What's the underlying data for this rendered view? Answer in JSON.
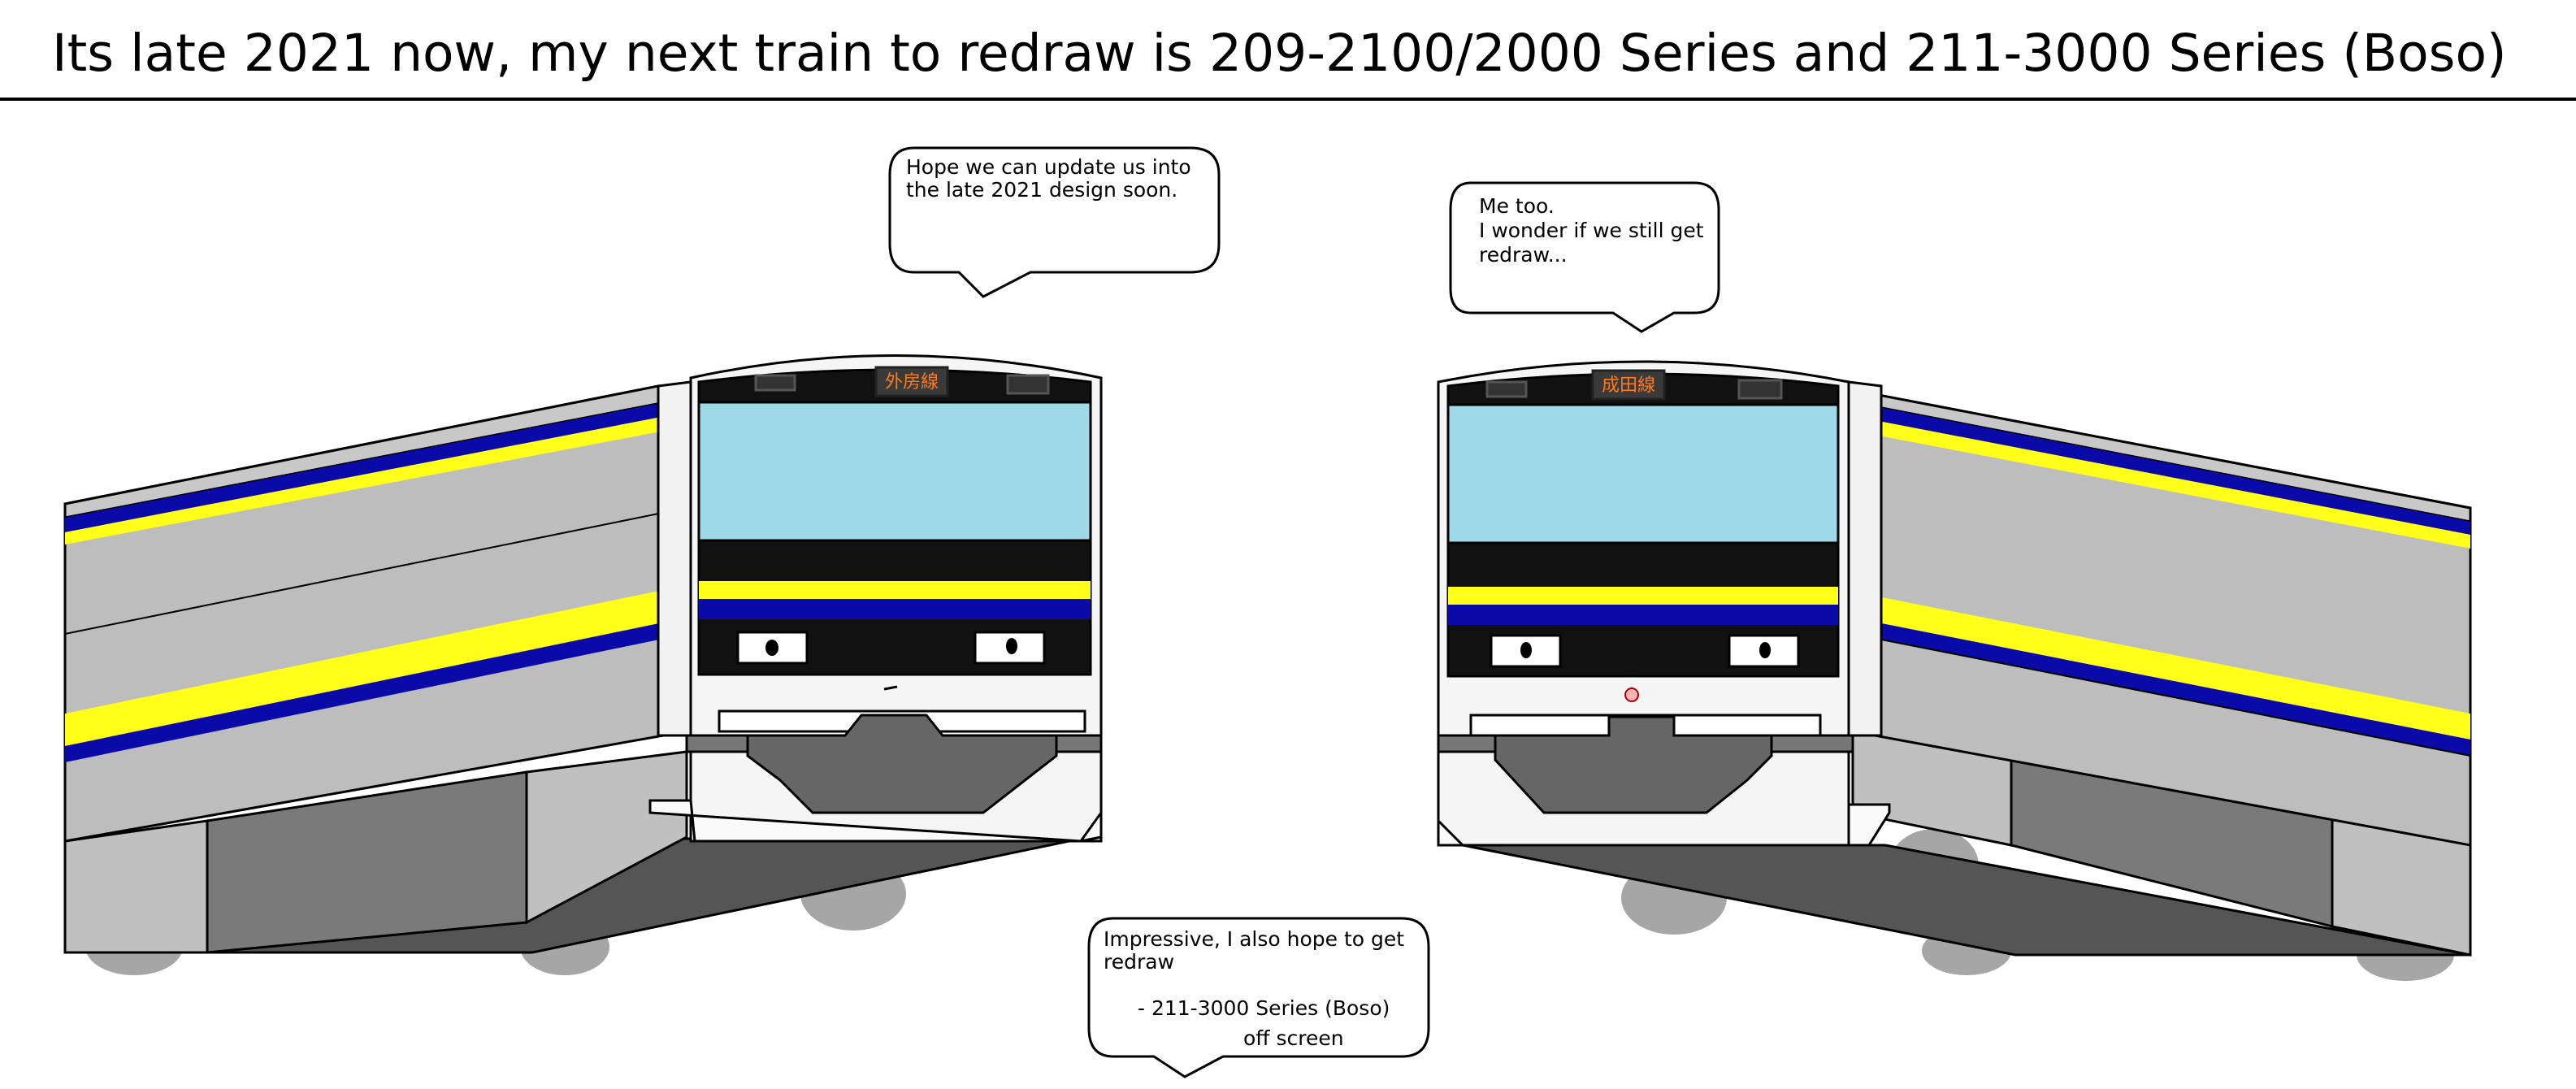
{
  "title": "Its late 2021 now, my next train to redraw is 209-2100/2000 Series and 211-3000 Series (Boso)",
  "left_train": {
    "destination": "外房線",
    "speech": [
      "Hope we can update us into",
      "the late 2021 design soon."
    ]
  },
  "right_train": {
    "destination": "成田線",
    "speech": [
      "Me too.",
      "I wonder if we still get",
      "redraw..."
    ]
  },
  "offscreen": {
    "speech": [
      "Impressive, I also hope to get",
      "redraw"
    ],
    "signature": "- 211-3000 Series (Boso)",
    "note": "off screen"
  },
  "colors": {
    "body": "#bdbdbd",
    "window": "#9ed9e8",
    "stripe_yellow": "#ffff1a",
    "stripe_blue": "#0a0aa8",
    "underframe": "#555555",
    "wheel": "#a6a6a6",
    "destination_text": "#ff7a1a"
  }
}
